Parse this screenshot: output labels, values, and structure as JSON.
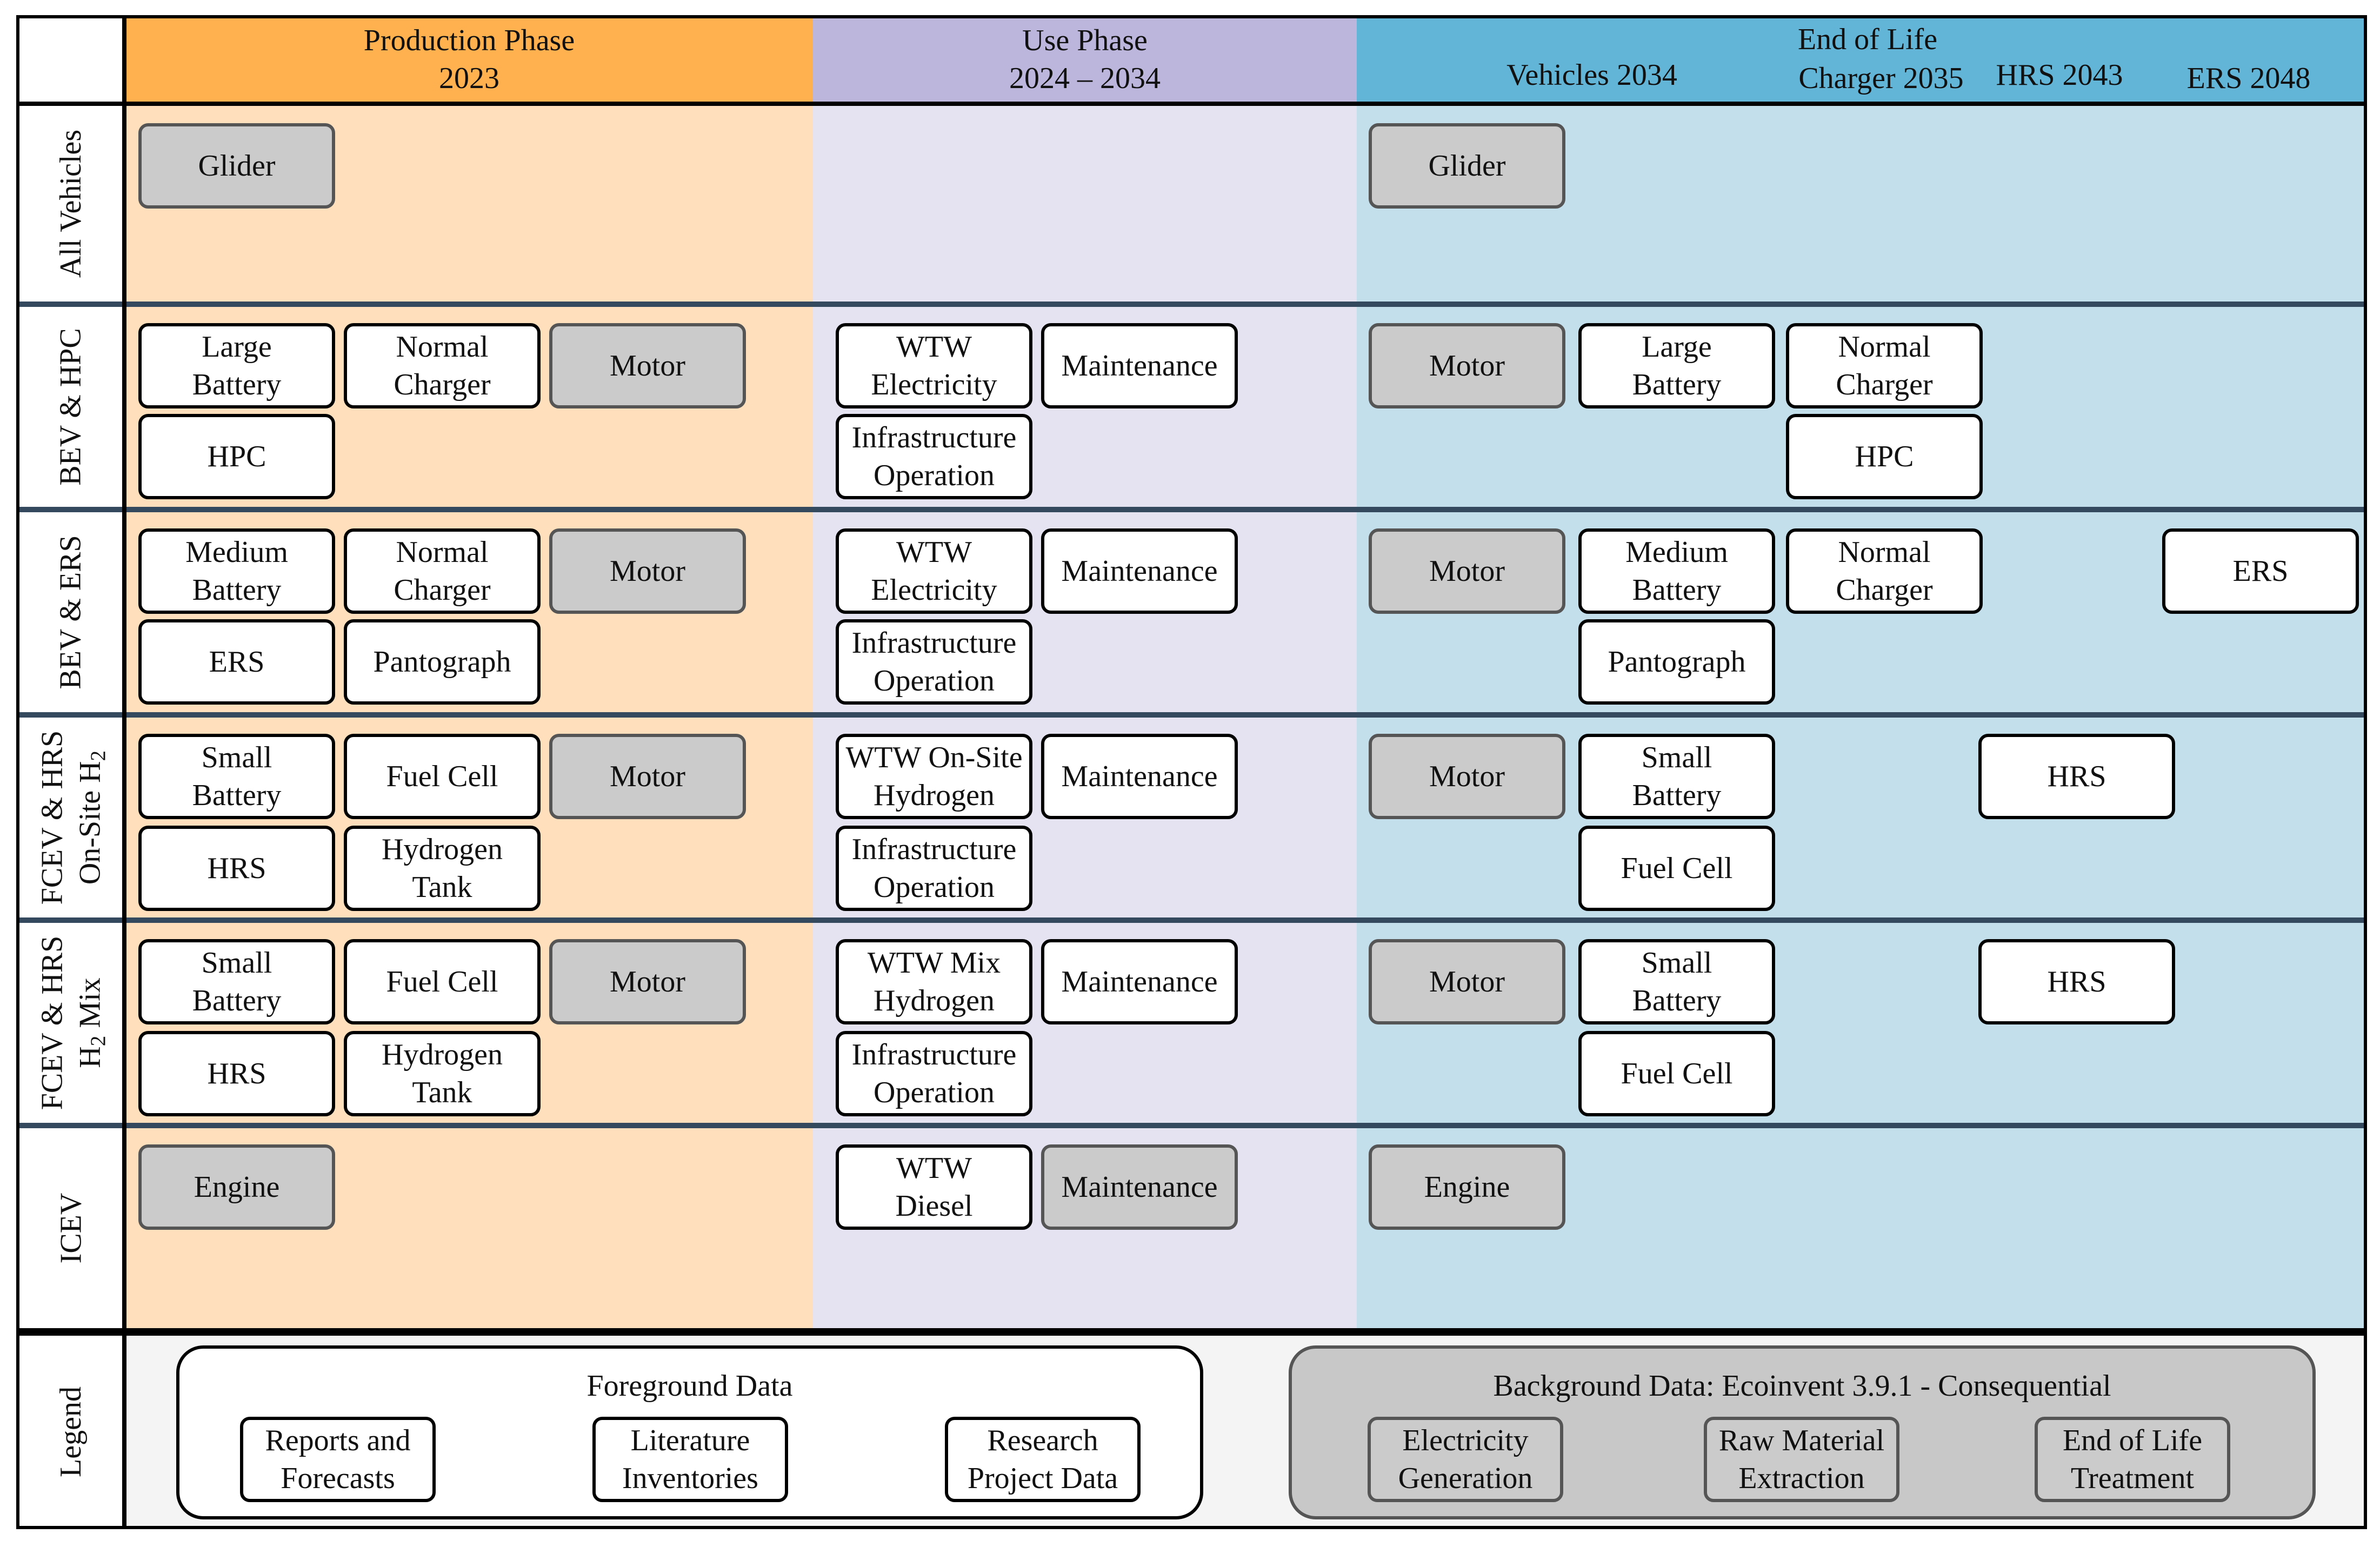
{
  "phases": {
    "production": {
      "title": "Production Phase",
      "year": "2023"
    },
    "use": {
      "title": "Use Phase",
      "years": "2024 – 2034"
    },
    "end_of_life": {
      "title": "End of Life",
      "vehicles": "Vehicles 2034",
      "charger": "Charger 2035",
      "hrs": "HRS 2043",
      "ers": "ERS 2048"
    }
  },
  "rows": {
    "all": "All Vehicles",
    "bev_hpc": "BEV & HPC",
    "bev_ers": "BEV & ERS",
    "fcev_onsite_a": "FCEV & HRS",
    "fcev_onsite_b": "On-Site H",
    "fcev_onsite_sub": "2",
    "fcev_mix_a": "FCEV & HRS",
    "fcev_mix_b": "H",
    "fcev_mix_sub": "2",
    "fcev_mix_c": " Mix",
    "icev": "ICEV",
    "legend": "Legend"
  },
  "components": {
    "all": {
      "prod_glider": "Glider",
      "eol_glider": "Glider"
    },
    "bev_hpc": {
      "prod_large_battery": "Large\nBattery",
      "prod_normal_charger": "Normal\nCharger",
      "prod_motor": "Motor",
      "prod_hpc": "HPC",
      "use_wtw": "WTW\nElectricity",
      "use_maintenance": "Maintenance",
      "use_infrastructure": "Infrastructure\nOperation",
      "eol_motor": "Motor",
      "eol_large_battery": "Large\nBattery",
      "eol_normal_charger": "Normal\nCharger",
      "eol_hpc": "HPC"
    },
    "bev_ers": {
      "prod_medium_battery": "Medium\nBattery",
      "prod_normal_charger": "Normal\nCharger",
      "prod_motor": "Motor",
      "prod_ers": "ERS",
      "prod_pantograph": "Pantograph",
      "use_wtw": "WTW\nElectricity",
      "use_maintenance": "Maintenance",
      "use_infrastructure": "Infrastructure\nOperation",
      "eol_motor": "Motor",
      "eol_medium_battery": "Medium\nBattery",
      "eol_normal_charger": "Normal\nCharger",
      "eol_ers": "ERS",
      "eol_pantograph": "Pantograph"
    },
    "fcev_onsite": {
      "prod_small_battery": "Small\nBattery",
      "prod_fuel_cell": "Fuel Cell",
      "prod_motor": "Motor",
      "prod_hrs": "HRS",
      "prod_hydrogen_tank": "Hydrogen\nTank",
      "use_wtw": "WTW On-Site\nHydrogen",
      "use_maintenance": "Maintenance",
      "use_infrastructure": "Infrastructure\nOperation",
      "eol_motor": "Motor",
      "eol_small_battery": "Small\nBattery",
      "eol_hrs": "HRS",
      "eol_fuel_cell": "Fuel Cell"
    },
    "fcev_mix": {
      "prod_small_battery": "Small\nBattery",
      "prod_fuel_cell": "Fuel Cell",
      "prod_motor": "Motor",
      "prod_hrs": "HRS",
      "prod_hydrogen_tank": "Hydrogen\nTank",
      "use_wtw": "WTW Mix\nHydrogen",
      "use_maintenance": "Maintenance",
      "use_infrastructure": "Infrastructure\nOperation",
      "eol_motor": "Motor",
      "eol_small_battery": "Small\nBattery",
      "eol_hrs": "HRS",
      "eol_fuel_cell": "Fuel Cell"
    },
    "icev": {
      "prod_engine": "Engine",
      "use_wtw": "WTW\nDiesel",
      "use_maintenance": "Maintenance",
      "eol_engine": "Engine"
    }
  },
  "legend": {
    "foreground_title": "Foreground Data",
    "foreground_items": {
      "reports": "Reports and\nForecasts",
      "literature": "Literature\nInventories",
      "research": "Research\nProject Data"
    },
    "background_title": "Background Data: Ecoinvent 3.9.1 - Consequential",
    "background_items": {
      "electricity": "Electricity\nGeneration",
      "raw_material": "Raw Material\nExtraction",
      "end_of_life": "End of Life\nTreatment"
    }
  },
  "colors": {
    "production_header": "#ffb14f",
    "production_body": "#ffdfbc",
    "use_header": "#bcb6dc",
    "use_body": "#e5e3f1",
    "eol_header": "#62b5d7",
    "eol_body": "#c3dfeb",
    "background_data_box": "#cbcbcb",
    "foreground_data_box": "#ffffff"
  }
}
